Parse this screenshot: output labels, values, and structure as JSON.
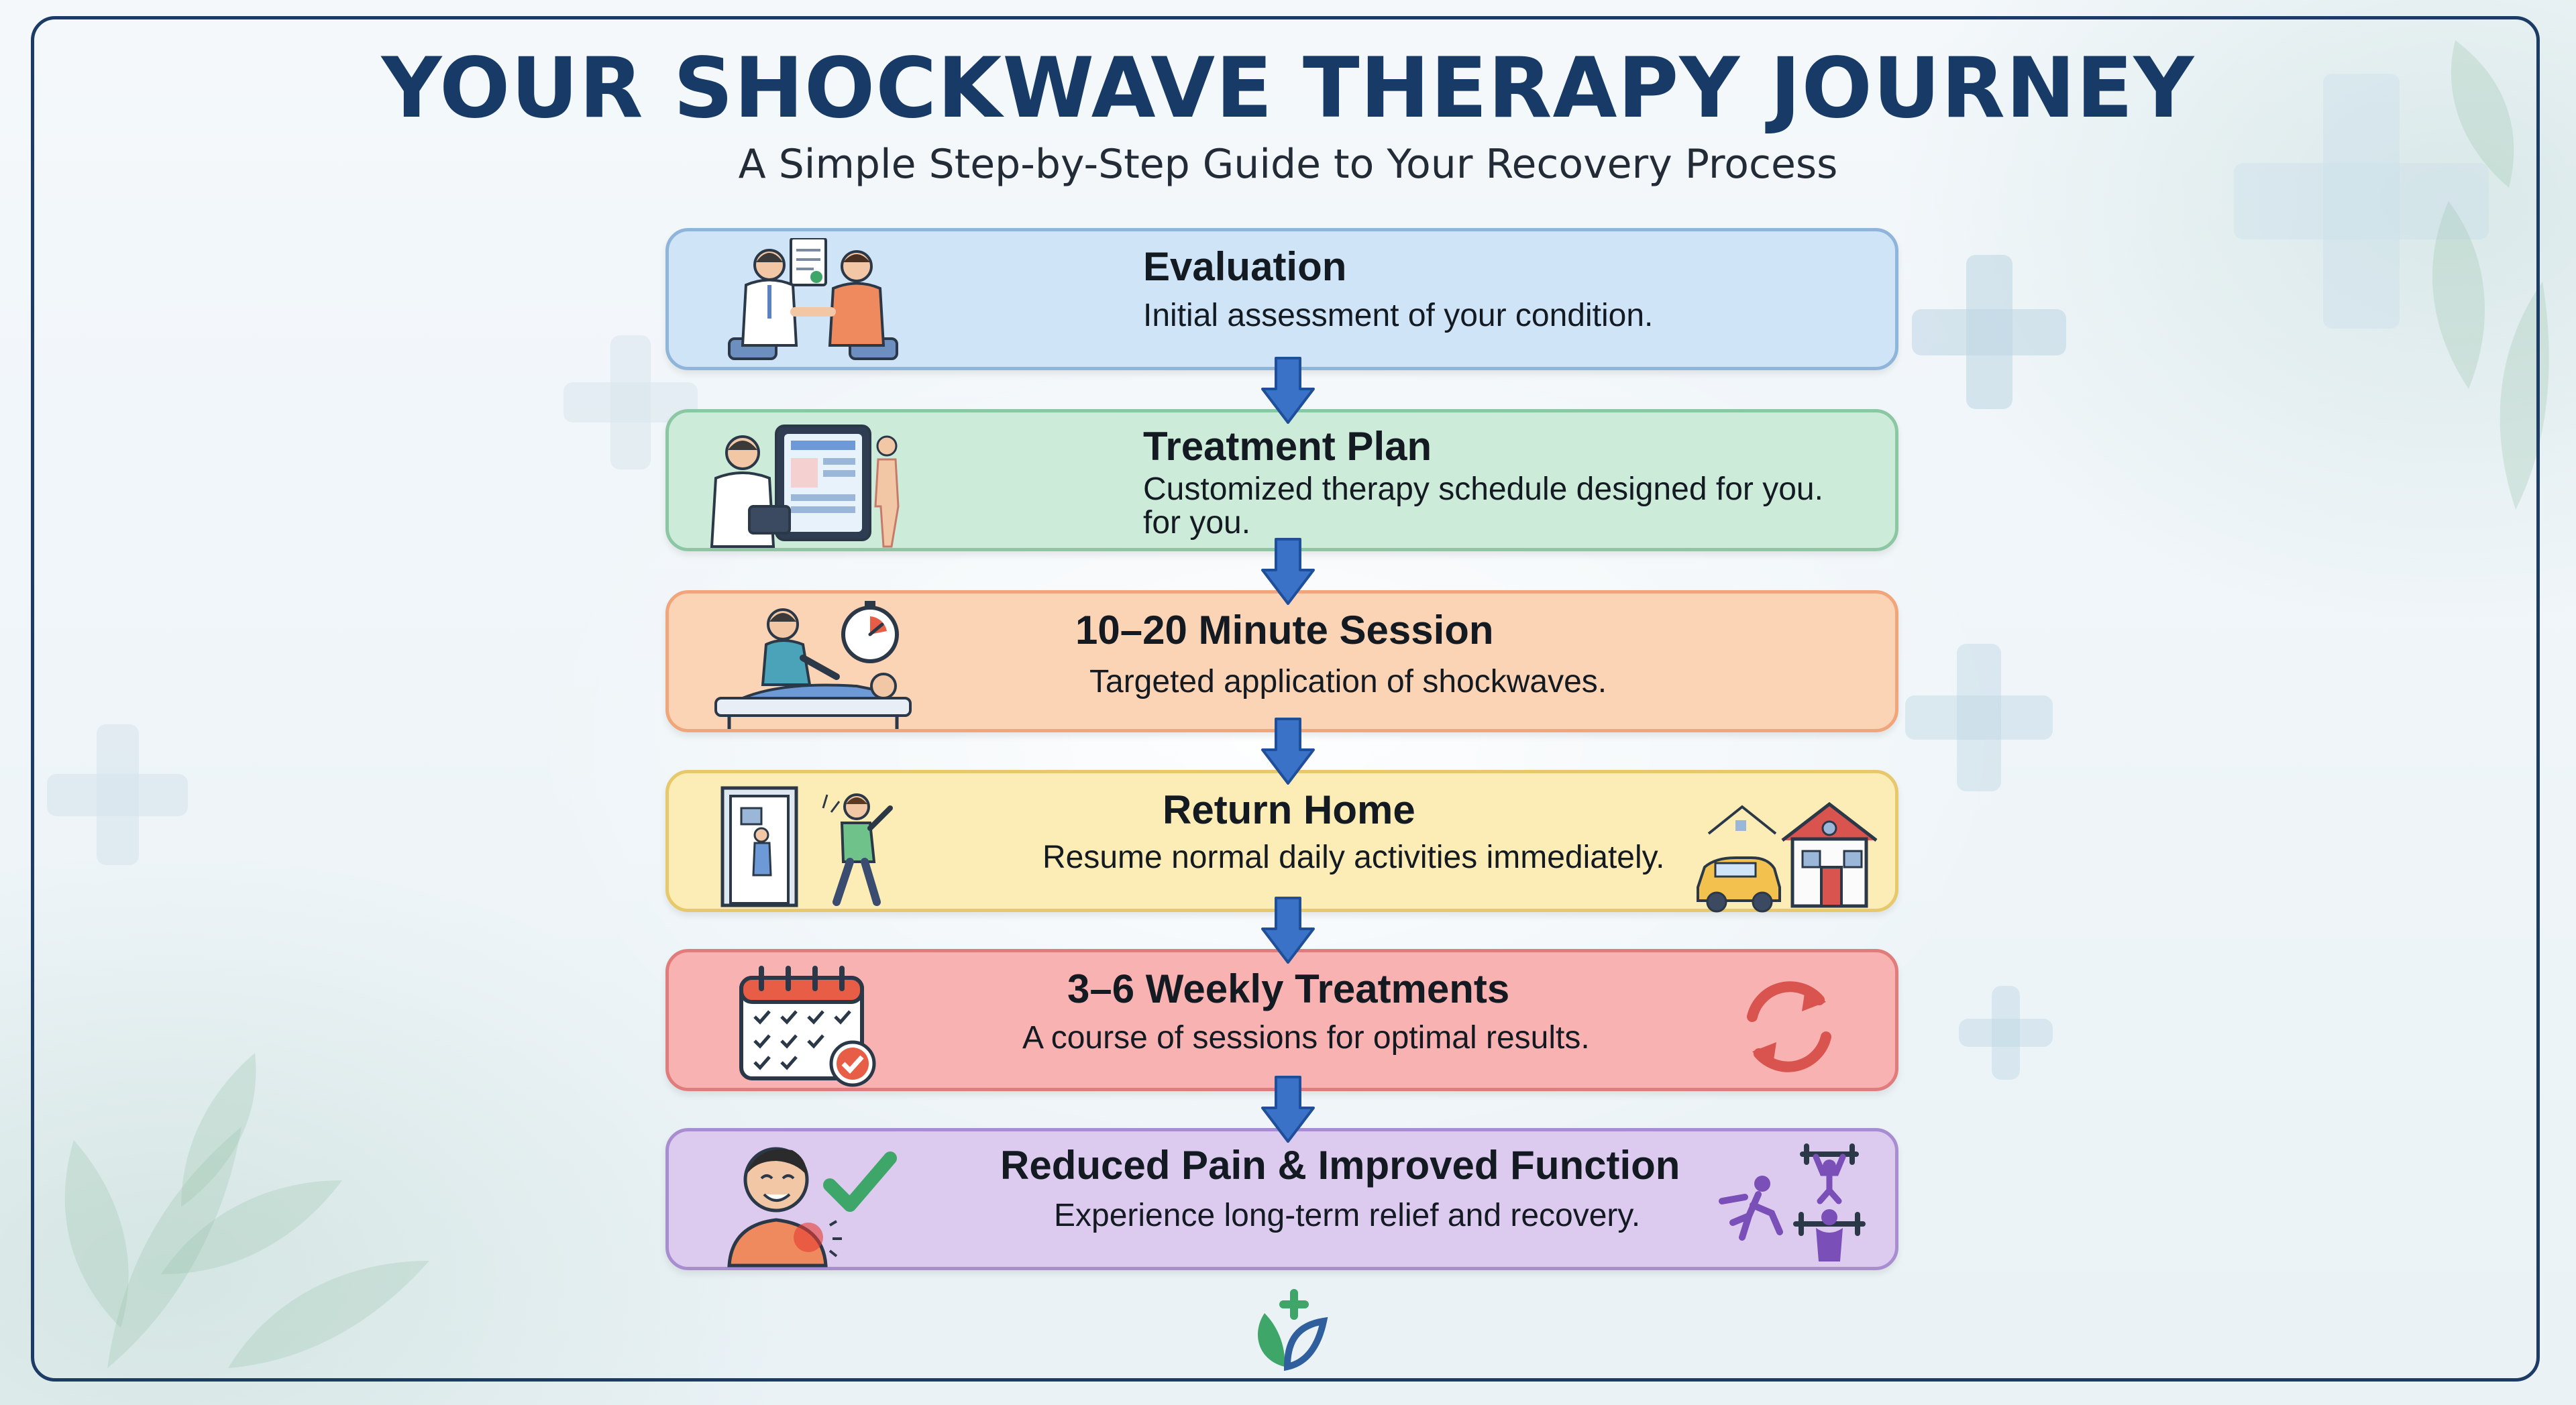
{
  "header": {
    "title": "YOUR SHOCKWAVE THERAPY JOURNEY",
    "subtitle": "A Simple Step-by-Step Guide to Your Recovery Process"
  },
  "colors": {
    "title": "#173a66",
    "arrow": "#3a72c8",
    "frame": "#1c3c66"
  },
  "steps": [
    {
      "title": "Evaluation",
      "description": "Initial assessment of your condition.",
      "description_2": "",
      "fill": "#cfe4f7",
      "border": "#8fb5db",
      "icons": [
        "doctor-patient-consultation-icon"
      ]
    },
    {
      "title": "Treatment Plan",
      "description": "Customized therapy schedule designed for you.",
      "description_2": "for you.",
      "fill": "#cdebd9",
      "border": "#8cc7a4",
      "icons": [
        "doctor-tablet-plan-icon"
      ]
    },
    {
      "title": "10–20 Minute Session",
      "description": "Targeted application of shockwaves.",
      "description_2": "",
      "fill": "#fbd4b6",
      "border": "#f0a57a",
      "icons": [
        "therapist-treatment-stopwatch-icon"
      ]
    },
    {
      "title": "Return Home",
      "description": "Resume normal daily activities immediately.",
      "description_2": "",
      "fill": "#fbedb5",
      "border": "#e7c86b",
      "icons": [
        "person-leaving-door-icon",
        "car-house-icon"
      ]
    },
    {
      "title": "3–6 Weekly Treatments",
      "description": "A course of sessions for optimal results.",
      "description_2": "",
      "fill": "#f9b2b2",
      "border": "#e07c7c",
      "icons": [
        "calendar-checkmarks-icon",
        "refresh-cycle-icon"
      ]
    },
    {
      "title": "Reduced Pain & Improved Function",
      "description": "Experience long-term relief and recovery.",
      "description_2": "",
      "fill": "#dccbef",
      "border": "#a88dd0",
      "icons": [
        "happy-patient-checkmark-icon",
        "active-fitness-icon"
      ]
    }
  ],
  "footer": {
    "logo_icon": "leaf-plus-logo-icon"
  }
}
